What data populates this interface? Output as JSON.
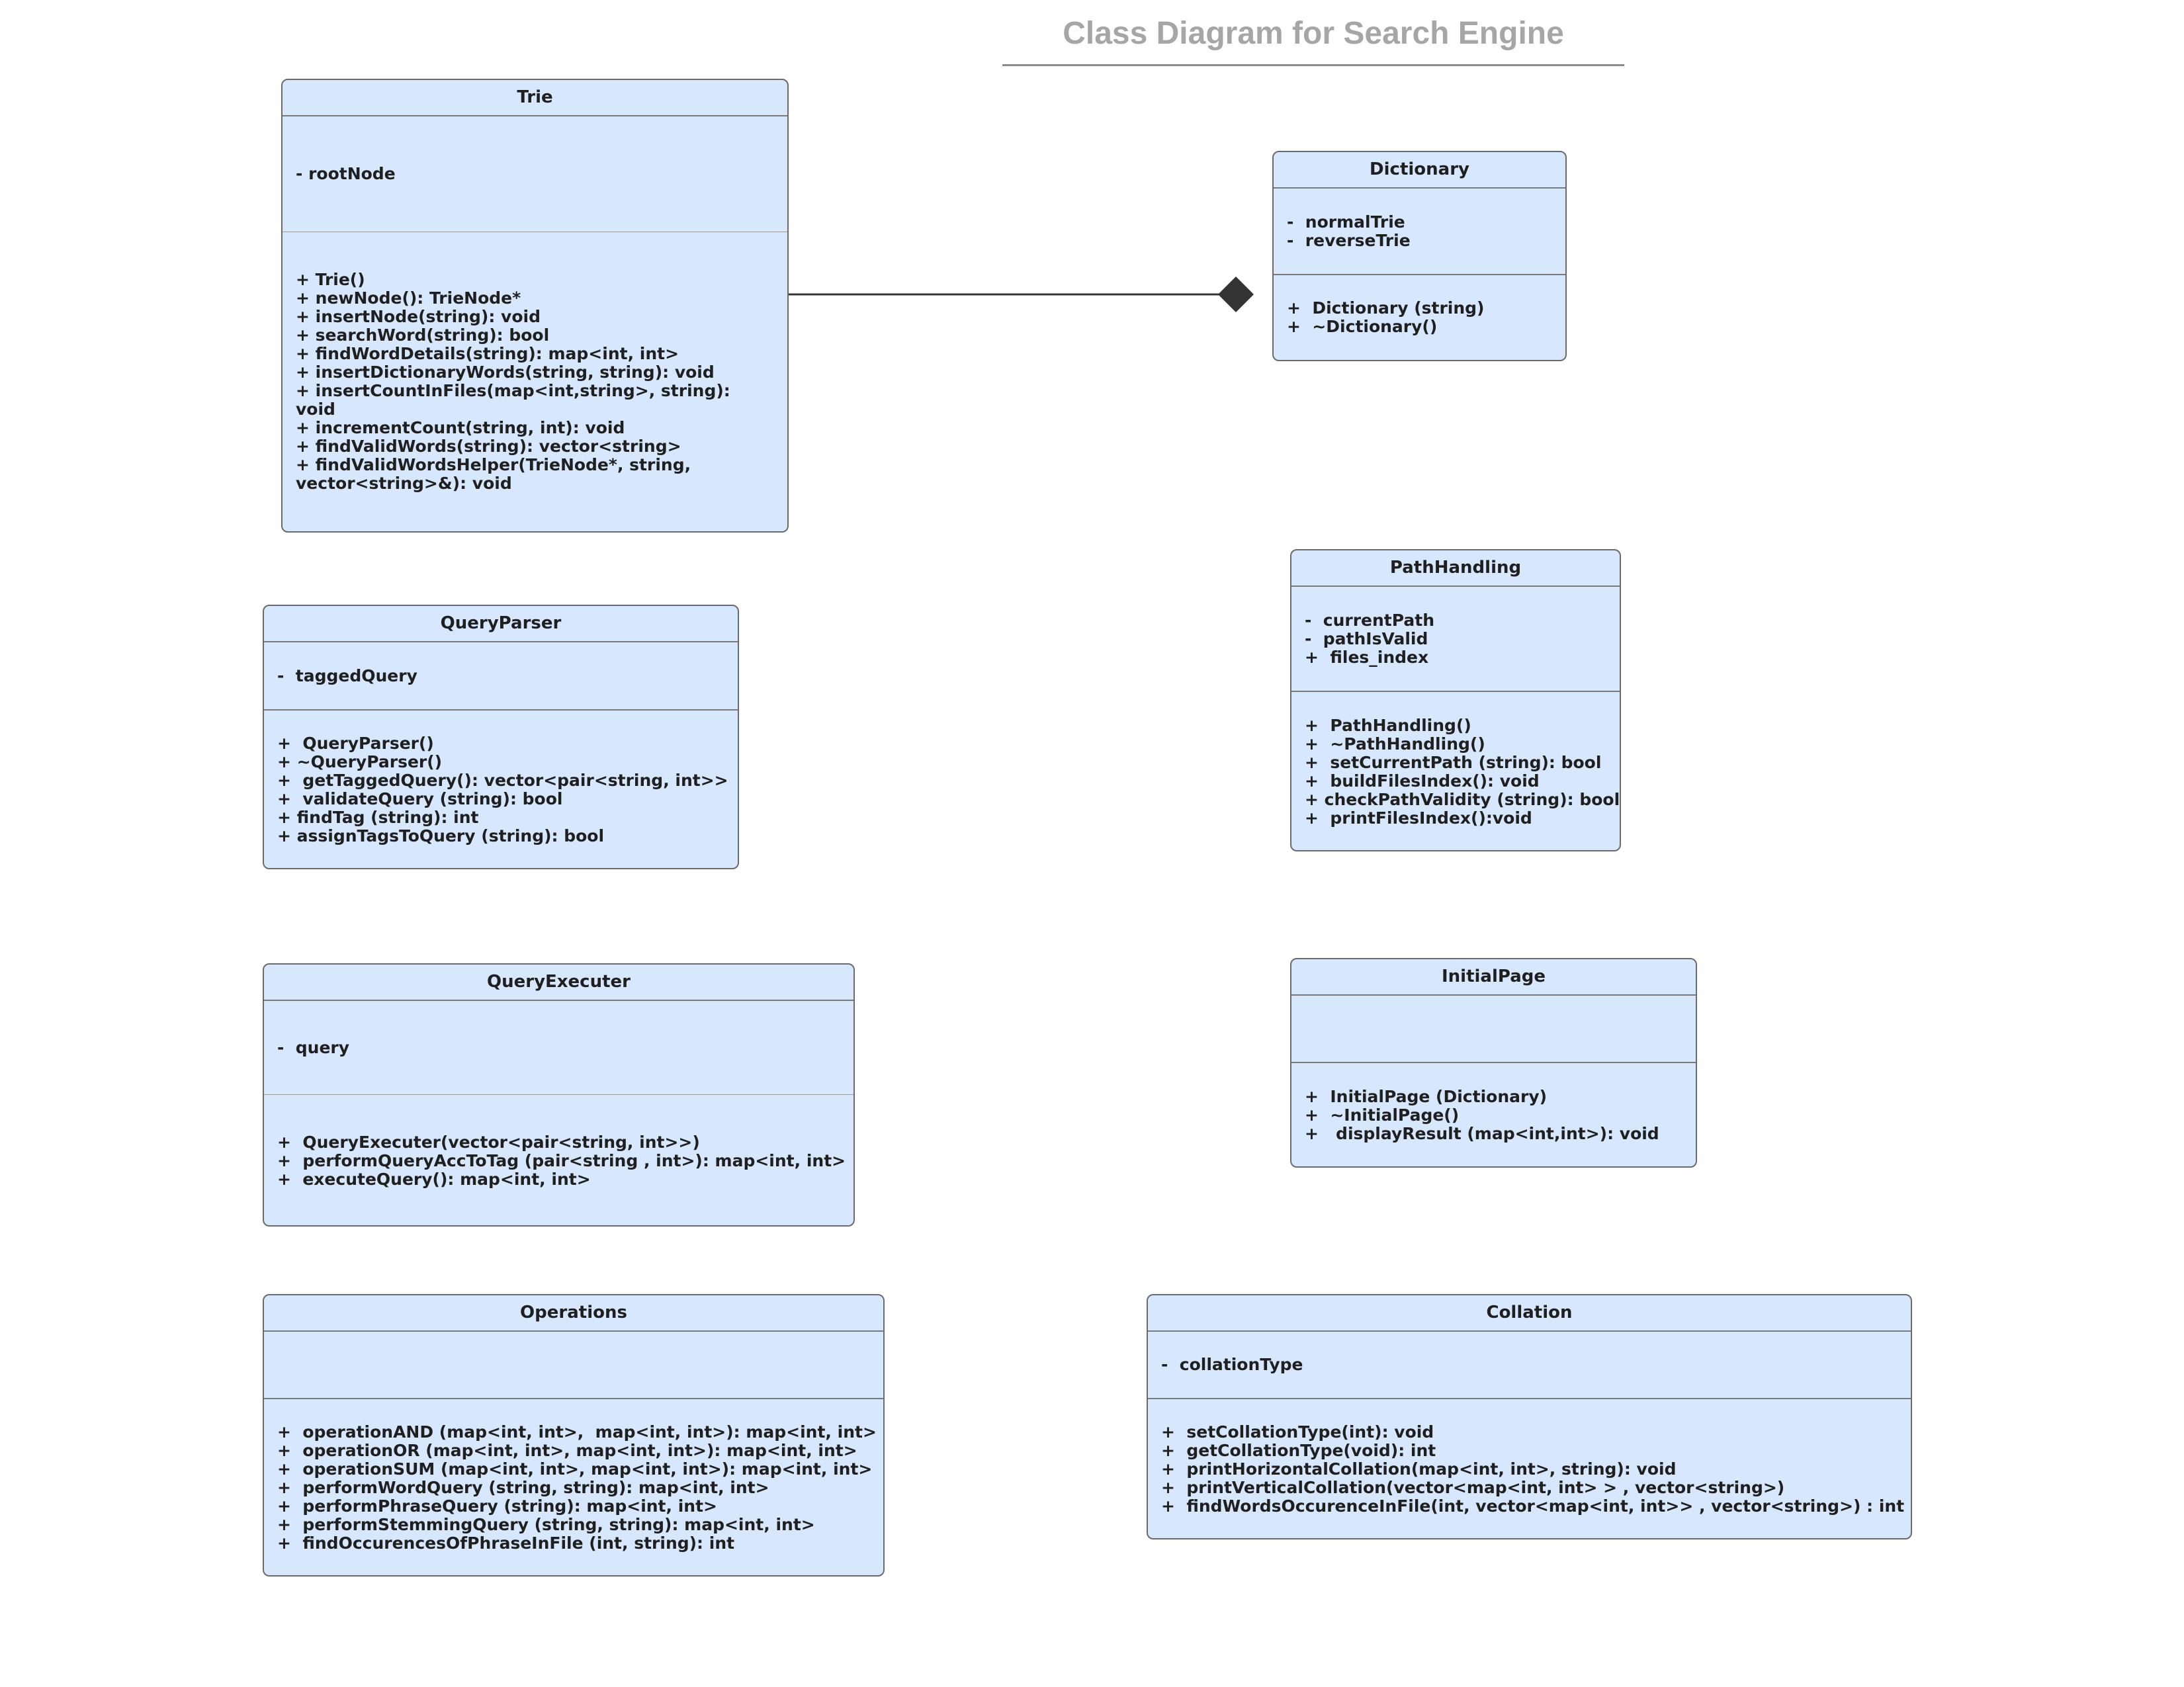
{
  "title": "Class Diagram for Search Engine",
  "colors": {
    "class_fill": "#d7e7fd",
    "class_border": "#6b6b6b",
    "title_color": "#a6a6a6",
    "connector": "#333333"
  },
  "classes": {
    "trie": {
      "name": "Trie",
      "attributes": [
        "- rootNode"
      ],
      "methods": [
        "+ Trie()",
        "+ newNode(): TrieNode*",
        "+ insertNode(string): void",
        "+ searchWord(string): bool",
        "+ findWordDetails(string): map<int, int>",
        "+ insertDictionaryWords(string, string): void",
        "+ insertCountInFiles(map<int,string>, string): void",
        "+ incrementCount(string, int): void",
        "+ findValidWords(string): vector<string>",
        "+ findValidWordsHelper(TrieNode*, string, vector<string>&): void"
      ]
    },
    "dictionary": {
      "name": "Dictionary",
      "attributes": [
        "-  normalTrie",
        "-  reverseTrie"
      ],
      "methods": [
        "+  Dictionary (string)",
        "+  ~Dictionary()"
      ]
    },
    "query_parser": {
      "name": "QueryParser",
      "attributes": [
        "-  taggedQuery"
      ],
      "methods": [
        "+  QueryParser()",
        "+ ~QueryParser()",
        "+  getTaggedQuery(): vector<pair<string, int>>",
        "+  validateQuery (string): bool",
        "+ findTag (string): int",
        "+ assignTagsToQuery (string): bool"
      ]
    },
    "path_handling": {
      "name": "PathHandling",
      "attributes": [
        "-  currentPath",
        "-  pathIsValid",
        "+  files_index"
      ],
      "methods": [
        "+  PathHandling()",
        "+  ~PathHandling()",
        "+  setCurrentPath (string): bool",
        "+  buildFilesIndex(): void",
        "+ checkPathValidity (string): bool",
        "+  printFilesIndex():void"
      ]
    },
    "query_executer": {
      "name": "QueryExecuter",
      "attributes": [
        "-  query"
      ],
      "methods": [
        "+  QueryExecuter(vector<pair<string, int>>)",
        "+  performQueryAccToTag (pair<string , int>): map<int, int>",
        "+  executeQuery(): map<int, int>"
      ]
    },
    "initial_page": {
      "name": "InitialPage",
      "attributes": [],
      "methods": [
        "+  InitialPage (Dictionary)",
        "+  ~InitialPage()",
        "+   displayResult (map<int,int>): void"
      ]
    },
    "operations": {
      "name": "Operations",
      "attributes": [],
      "methods": [
        "+  operationAND (map<int, int>,  map<int, int>): map<int, int>",
        "+  operationOR (map<int, int>, map<int, int>): map<int, int>",
        "+  operationSUM (map<int, int>, map<int, int>): map<int, int>",
        "+  performWordQuery (string, string): map<int, int>",
        "+  performPhraseQuery (string): map<int, int>",
        "+  performStemmingQuery (string, string): map<int, int>",
        "+  findOccurencesOfPhraseInFile (int, string): int"
      ]
    },
    "collation": {
      "name": "Collation",
      "attributes": [
        "-  collationType"
      ],
      "methods": [
        "+  setCollationType(int): void",
        "+  getCollationType(void): int",
        "+  printHorizontalCollation(map<int, int>, string): void",
        "+  printVerticalCollation(vector<map<int, int> > , vector<string>)",
        "+  findWordsOccurenceInFile(int, vector<map<int, int>> , vector<string>) : int"
      ]
    }
  },
  "relationships": [
    {
      "from": "Trie",
      "to": "Dictionary",
      "type": "composition"
    }
  ]
}
